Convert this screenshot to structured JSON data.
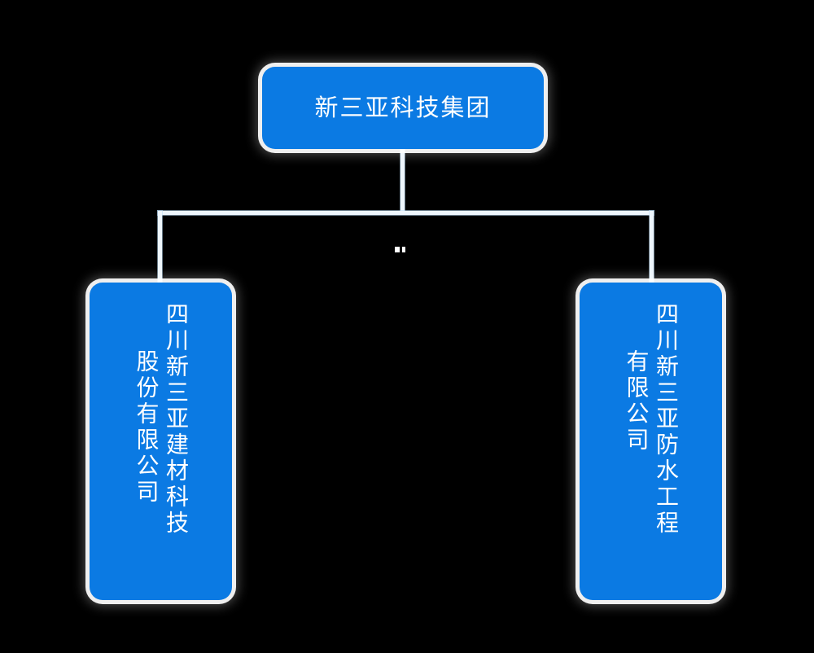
{
  "diagram": {
    "type": "organization-chart",
    "background_color": "#000000",
    "node_color": "#0b7ae3",
    "text_color": "#ffffff",
    "connector_color": "#ffffff",
    "root": {
      "id": "node-root",
      "label": "新三亚科技集团",
      "orientation": "horizontal"
    },
    "children": [
      {
        "id": "node-left",
        "orientation": "vertical-rl",
        "columns": [
          "四川新三亚建材科技",
          "股份有限公司"
        ],
        "full_label": "四川新三亚建材科技股份有限公司"
      },
      {
        "id": "node-right",
        "orientation": "vertical-rl",
        "columns": [
          "四川新三亚防水工程",
          "有限公司"
        ],
        "full_label": "四川新三亚防水工程有限公司"
      }
    ]
  }
}
